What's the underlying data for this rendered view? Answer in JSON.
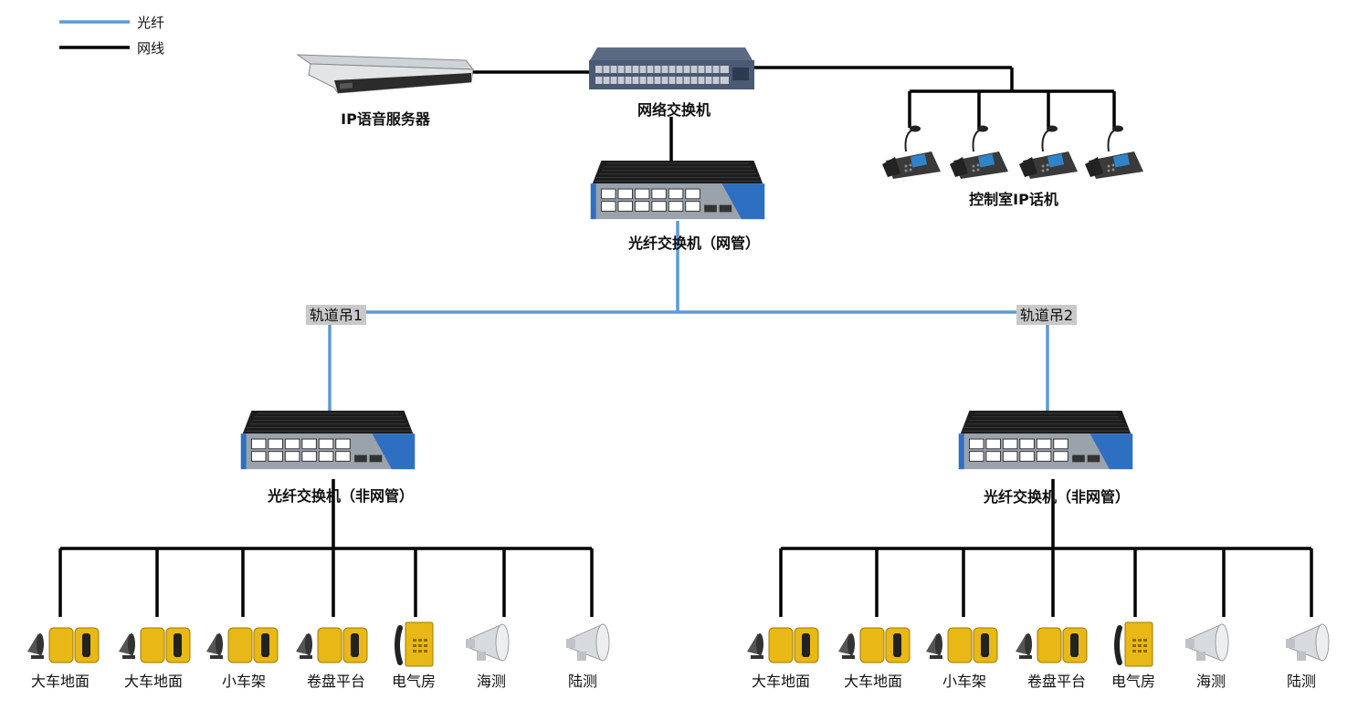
{
  "legend": {
    "fiber": {
      "label": "光纤",
      "color": "#5b9bd5"
    },
    "cable": {
      "label": "网线",
      "color": "#000000"
    }
  },
  "top": {
    "ip_voice_server": "IP语音服务器",
    "network_switch": "网络交换机",
    "control_room_phones": "控制室IP话机",
    "managed_fiber_switch": "光纤交换机（网管）"
  },
  "cranes": [
    {
      "name": "轨道吊1",
      "switch_label": "光纤交换机（非网管）",
      "endpoints": [
        {
          "label": "大车地面",
          "device": "phone-with-horn"
        },
        {
          "label": "大车地面",
          "device": "phone-with-horn"
        },
        {
          "label": "小车架",
          "device": "phone-with-horn"
        },
        {
          "label": "卷盘平台",
          "device": "phone-with-horn"
        },
        {
          "label": "电气房",
          "device": "industrial-phone"
        },
        {
          "label": "海测",
          "device": "horn-speaker"
        },
        {
          "label": "陆测",
          "device": "horn-speaker"
        }
      ]
    },
    {
      "name": "轨道吊2",
      "switch_label": "光纤交换机（非网管）",
      "endpoints": [
        {
          "label": "大车地面",
          "device": "phone-with-horn"
        },
        {
          "label": "大车地面",
          "device": "phone-with-horn"
        },
        {
          "label": "小车架",
          "device": "phone-with-horn"
        },
        {
          "label": "卷盘平台",
          "device": "phone-with-horn"
        },
        {
          "label": "电气房",
          "device": "industrial-phone"
        },
        {
          "label": "海测",
          "device": "horn-speaker"
        },
        {
          "label": "陆测",
          "device": "horn-speaker"
        }
      ]
    }
  ]
}
